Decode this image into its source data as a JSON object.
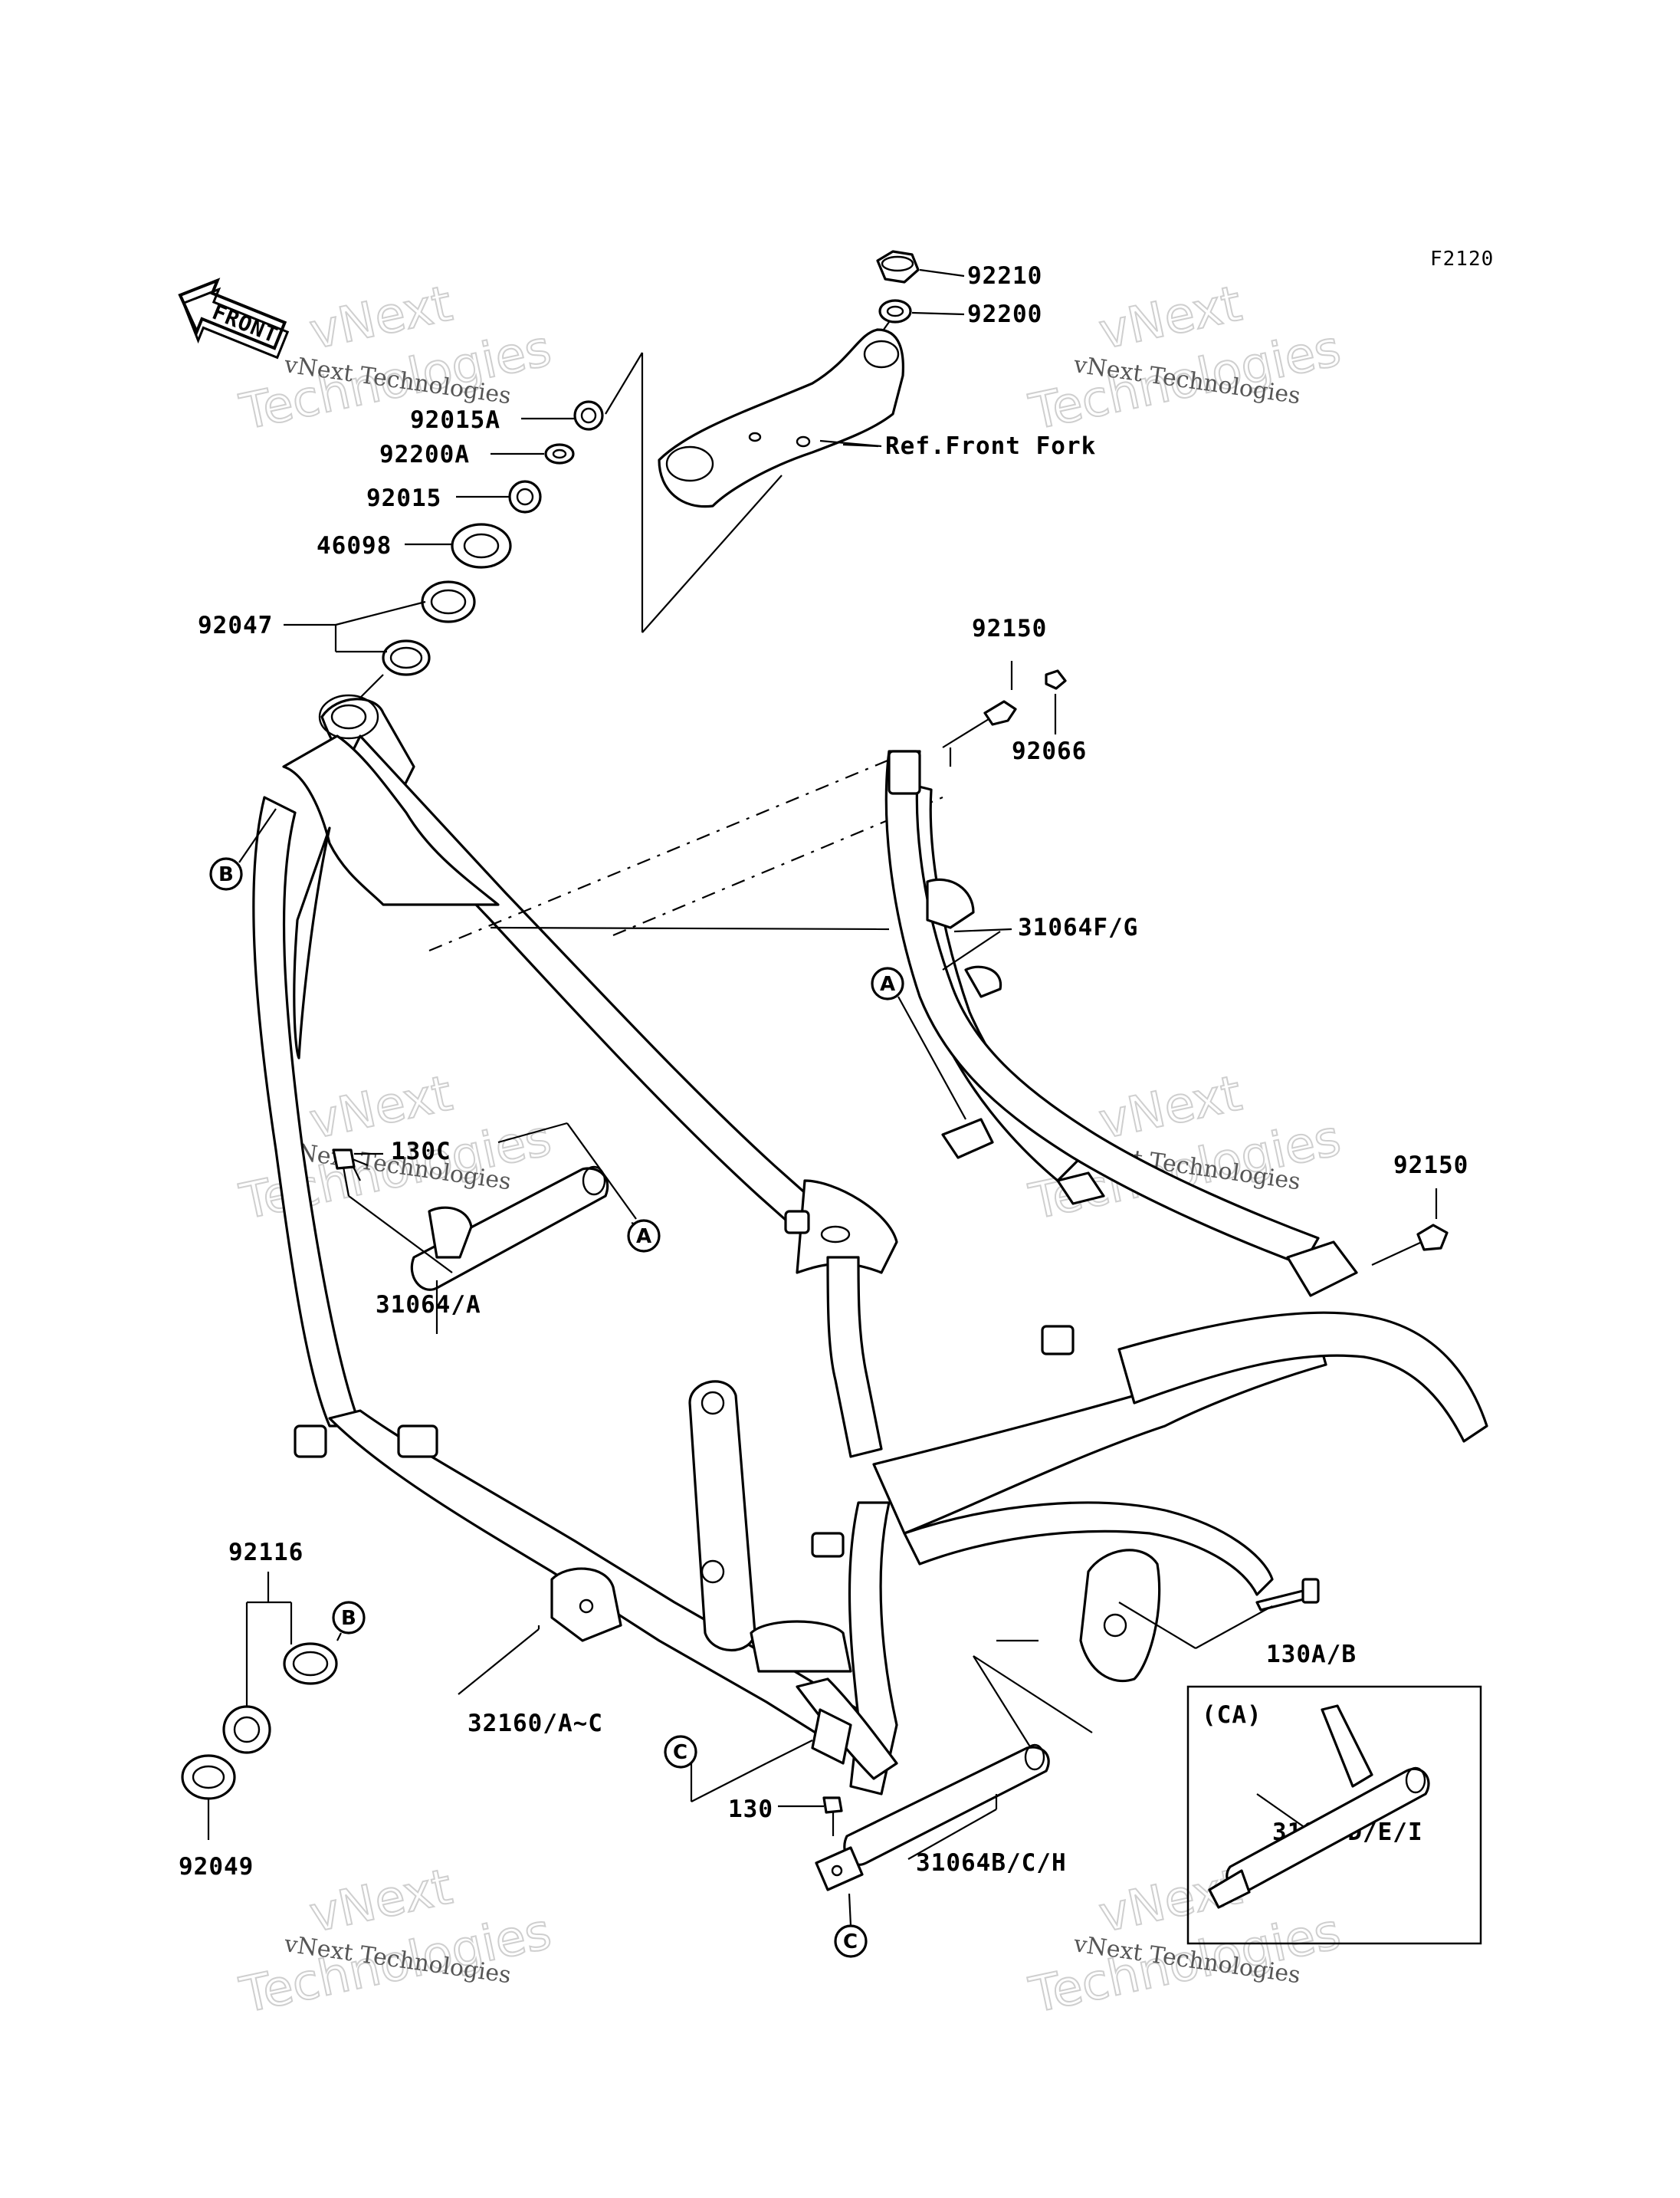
{
  "diagram_code": "F2120",
  "front_arrow": "FRONT",
  "watermark": {
    "big_line1": "vNext",
    "big_line2": "Technologies",
    "small": "vNext Technologies"
  },
  "callouts": {
    "p92210": "92210",
    "p92200": "92200",
    "ref_front_fork": "Ref.Front Fork",
    "p92015A": "92015A",
    "p92200A": "92200A",
    "p92015": "92015",
    "p46098": "46098",
    "p92047": "92047",
    "p92150_top": "92150",
    "p92066": "92066",
    "p31064FG": "31064F/G",
    "p130C": "130C",
    "p31064A": "31064/A",
    "p92150_right": "92150",
    "p92116": "92116",
    "p92049": "92049",
    "p32160": "32160/A~C",
    "p130": "130",
    "p31064BCH": "31064B/C/H",
    "p130AB": "130A/B",
    "inset_title": "(CA)",
    "p31064DEI": "31064D/E/I"
  },
  "markers": {
    "A": "A",
    "B": "B",
    "C": "C"
  }
}
